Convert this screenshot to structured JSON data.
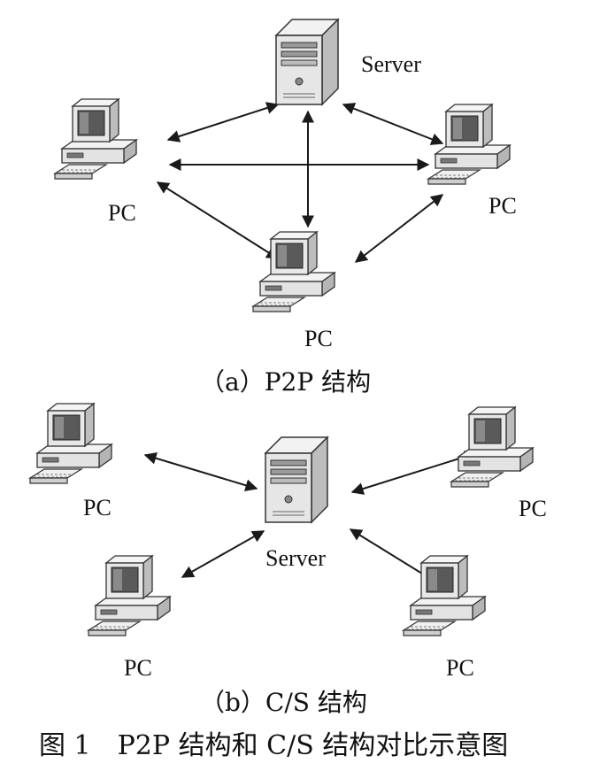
{
  "figure": {
    "caption": "图 1　P2P 结构和 C/S 结构对比示意图"
  },
  "panel_a": {
    "caption": "（a）P2P 结构",
    "server_label": "Server",
    "pc_left_label": "PC",
    "pc_right_label": "PC",
    "pc_bottom_label": "PC"
  },
  "panel_b": {
    "caption": "（b）C/S 结构",
    "server_label": "Server",
    "pc_top_left_label": "PC",
    "pc_top_right_label": "PC",
    "pc_bottom_left_label": "PC",
    "pc_bottom_right_label": "PC"
  },
  "icons": {
    "server": "server-icon",
    "pc": "pc-icon"
  },
  "colors": {
    "line": "#1a1a1a",
    "device_face": "#ececec",
    "device_shadow": "#9a9a9a",
    "screen": "#5a5a5a"
  }
}
